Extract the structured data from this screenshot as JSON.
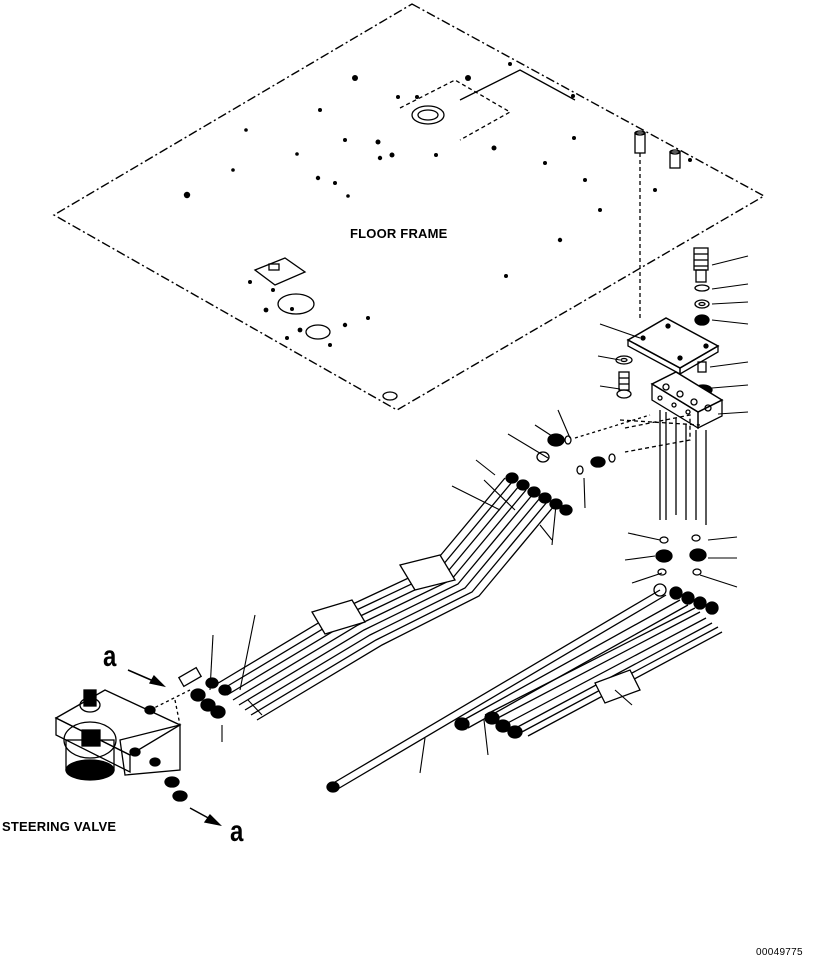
{
  "diagram": {
    "labels": {
      "floor_frame": "FLOOR FRAME",
      "steering_valve": "STEERING VALVE",
      "ref_a_top": "a",
      "ref_a_bottom": "a",
      "drawing_number": "00049775"
    },
    "stroke_color": "#000000",
    "background_color": "#ffffff"
  }
}
